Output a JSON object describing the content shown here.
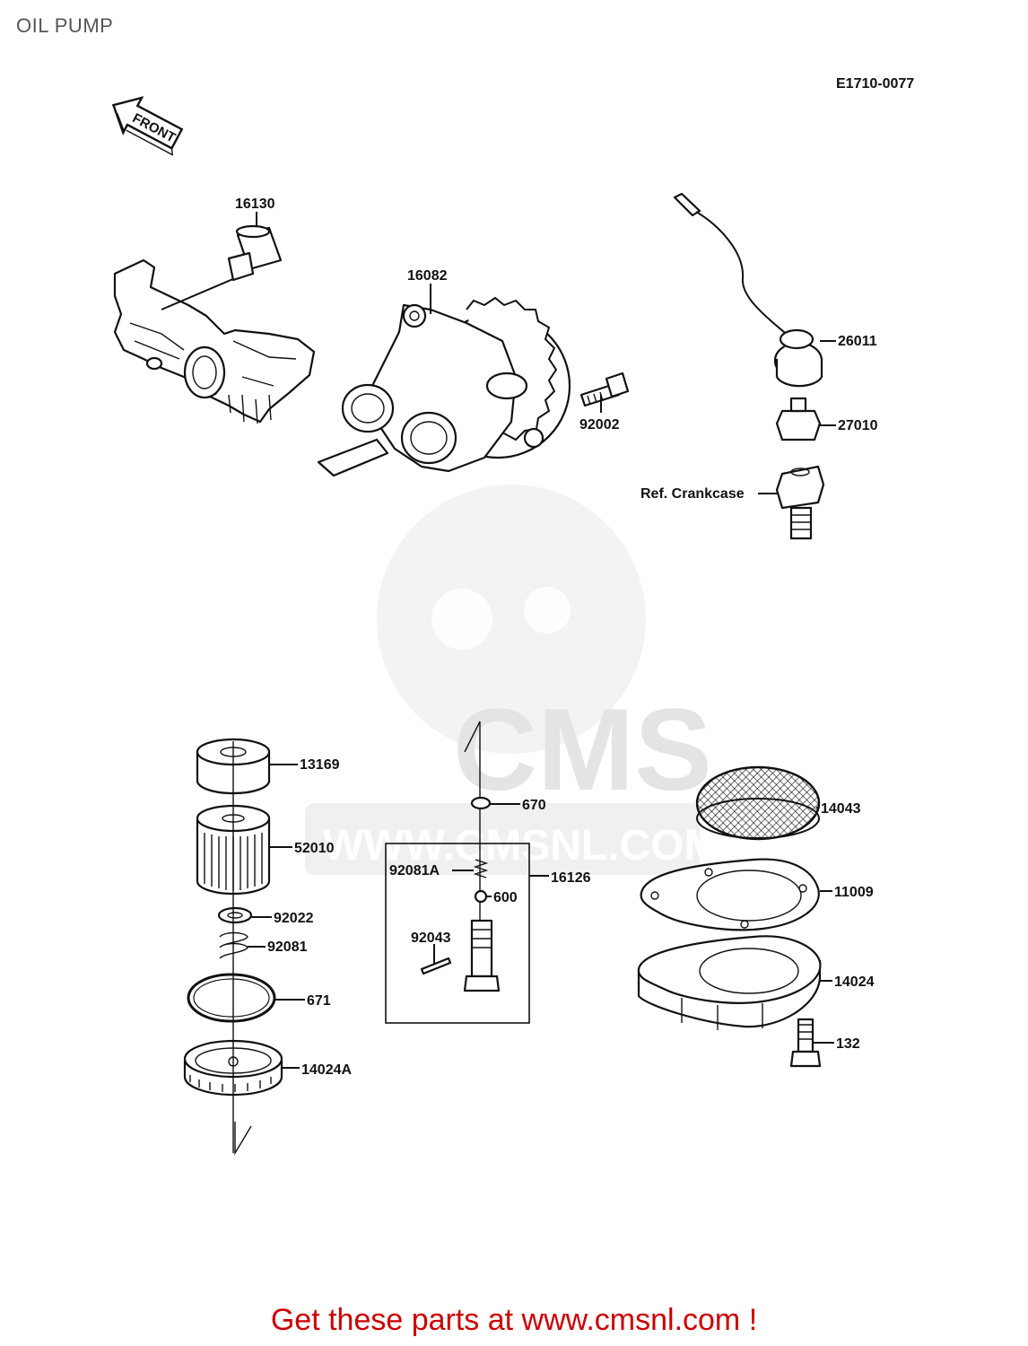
{
  "page": {
    "title": "OIL PUMP"
  },
  "diagram": {
    "code": "E1710-0077",
    "front_label": "FRONT",
    "watermark": {
      "brand": "CMS",
      "url": "WWW.CMSNL.COM"
    },
    "labels": {
      "p16130": "16130",
      "p16082": "16082",
      "p92002": "92002",
      "p26011": "26011",
      "p27010": "27010",
      "ref_crankcase": "Ref. Crankcase",
      "p13169": "13169",
      "p52010": "52010",
      "p92022": "92022",
      "p92081": "92081",
      "p671": "671",
      "p14024A": "14024A",
      "p670": "670",
      "p92081A": "92081A",
      "p16126": "16126",
      "p600": "600",
      "p92043": "92043",
      "p14043": "14043",
      "p11009": "11009",
      "p14024": "14024",
      "p132": "132"
    }
  },
  "footer": {
    "cta": "Get these parts at www.cmsnl.com !"
  }
}
